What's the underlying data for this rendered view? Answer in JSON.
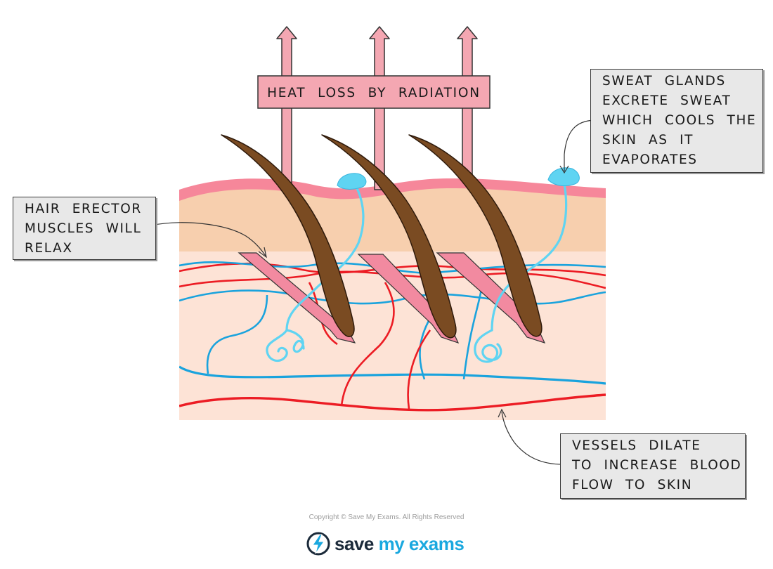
{
  "diagram": {
    "heat_banner": "HEAT LOSS BY RADIATION",
    "callouts": {
      "hair": [
        "HAIR ERECTOR",
        "MUSCLES WILL",
        "RELAX"
      ],
      "sweat": [
        "SWEAT GLANDS",
        "EXCRETE SWEAT",
        "WHICH COOLS THE",
        "SKIN AS IT",
        "EVAPORATES"
      ],
      "vessels": [
        "VESSELS DILATE",
        "TO INCREASE BLOOD",
        "FLOW TO SKIN"
      ]
    }
  },
  "footer": {
    "copyright": "Copyright © Save My Exams. All Rights Reserved",
    "brand_word1": "save",
    "brand_word2": "my exams"
  },
  "colors": {
    "epidermis_outer": "#f6879a",
    "epidermis": "#f7cfae",
    "dermis": "#fde3d6",
    "artery": "#ec1c24",
    "vein": "#1aa3dd",
    "sweat_gland": "#5fd4f2",
    "hair": "#7a4b22",
    "arrow_fill": "#f4a7b2",
    "arrow_stroke": "#333333"
  }
}
